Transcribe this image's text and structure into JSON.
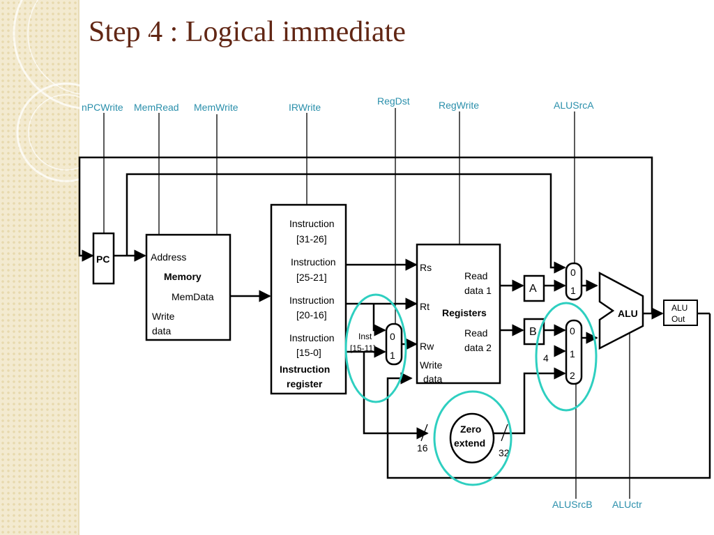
{
  "title": "Step 4 : Logical immediate",
  "colors": {
    "title": "#612614",
    "signal": "#2a8fab",
    "highlight": "#2ecfc0",
    "background_panel": "#f3ead0"
  },
  "control_signals": {
    "npcwrite": "nPCWrite",
    "memread": "MemRead",
    "memwrite": "MemWrite",
    "irwrite": "IRWrite",
    "regdst": "RegDst",
    "regwrite": "RegWrite",
    "alusrca": "ALUSrcA",
    "alusrcb": "ALUSrcB",
    "aluctr": "ALUctr"
  },
  "pc": {
    "label": "PC"
  },
  "memory": {
    "title": "Memory",
    "address": "Address",
    "memdata": "MemData",
    "write": "Write",
    "data": "data"
  },
  "instruction_register": {
    "fields": [
      {
        "line1": "Instruction",
        "line2": "[31-26]"
      },
      {
        "line1": "Instruction",
        "line2": "[25-21]"
      },
      {
        "line1": "Instruction",
        "line2": "[20-16]"
      },
      {
        "line1": "Instruction",
        "line2": "[15-0]"
      }
    ],
    "title_line1": "Instruction",
    "title_line2": "register"
  },
  "regdst_mux": {
    "in0": "0",
    "in1": "1",
    "inst_line1": "Inst",
    "inst_line2": "[15-11]"
  },
  "registers": {
    "title": "Registers",
    "rs": "Rs",
    "rt": "Rt",
    "rw": "Rw",
    "read1_line1": "Read",
    "read1_line2": "data 1",
    "read2_line1": "Read",
    "read2_line2": "data 2",
    "write_line1": "Write",
    "write_line2": "data"
  },
  "reg_a": "A",
  "reg_b": "B",
  "alusrca_mux": {
    "in0": "0",
    "in1": "1"
  },
  "alusrcb_mux": {
    "in0": "0",
    "in1": "1",
    "in2": "2",
    "const": "4"
  },
  "alu": {
    "label": "ALU"
  },
  "alu_out": {
    "line1": "ALU",
    "line2": "Out"
  },
  "zero_extend": {
    "line1": "Zero",
    "line2": "extend",
    "in_width": "16",
    "out_width": "32"
  }
}
